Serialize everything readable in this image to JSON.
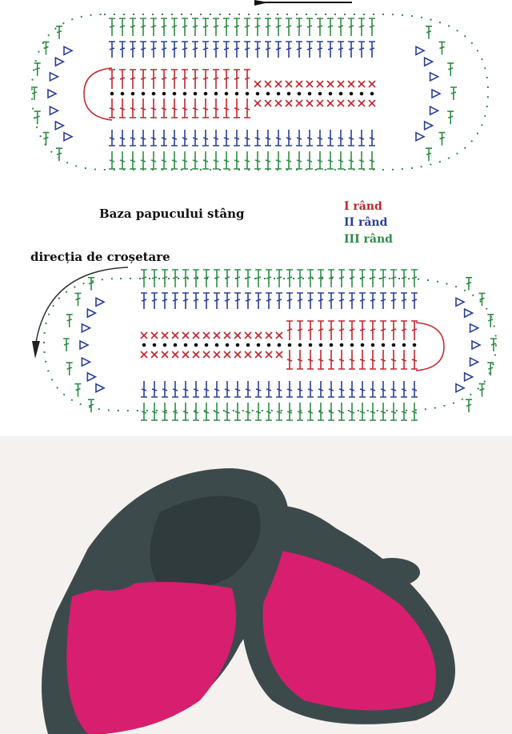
{
  "title": "Baza papucului stâng",
  "direction_label": "direcția de croșetare",
  "legend": [
    {
      "label": "I rând",
      "color": "#c0262d"
    },
    {
      "label": "II rând",
      "color": "#2b3e98"
    },
    {
      "label": "III rând",
      "color": "#2e8b45"
    }
  ],
  "colors": {
    "round1": "#c0262d",
    "round2": "#2b3e98",
    "round3": "#2e8b45",
    "chain_dot": "#111111",
    "slipper_pink": "#d81e6e",
    "slipper_grey": "#3d4a4c"
  },
  "icons": {
    "direction_arrow": "curved-arrow-icon",
    "top_arrow": "arrow-left-icon"
  }
}
